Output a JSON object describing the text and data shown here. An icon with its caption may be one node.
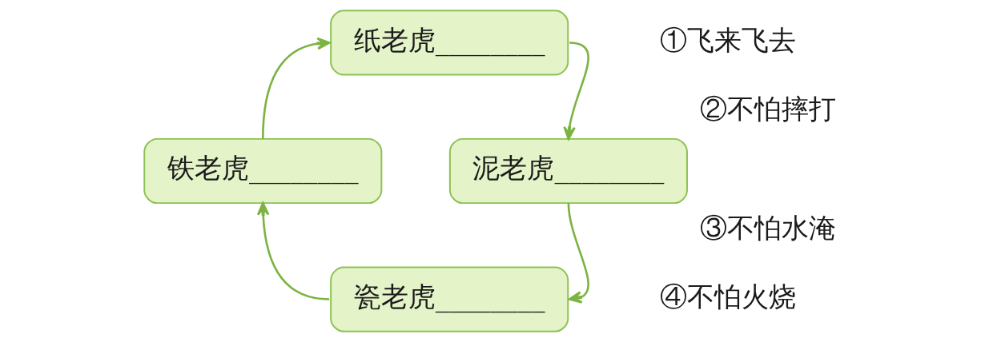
{
  "diagram": {
    "nodes": [
      {
        "text": [
          "纸老虎________"
        ]
      },
      {
        "text": [
          "泥老虎________"
        ]
      },
      {
        "text": [
          "瓷老虎________"
        ]
      },
      {
        "text": [
          "铁老虎________"
        ]
      }
    ],
    "edges": [
      {
        "from": 0,
        "to": 1,
        "arrow": "to"
      },
      {
        "from": 1,
        "to": 2,
        "arrow": "to"
      },
      {
        "from": 2,
        "to": 3,
        "arrow": "to"
      },
      {
        "from": 3,
        "to": 0,
        "arrow": "to"
      }
    ],
    "labels": [
      "①飞来飞去",
      "②不怕摔打",
      "③不怕水淹",
      "④不怕火烧"
    ]
  }
}
